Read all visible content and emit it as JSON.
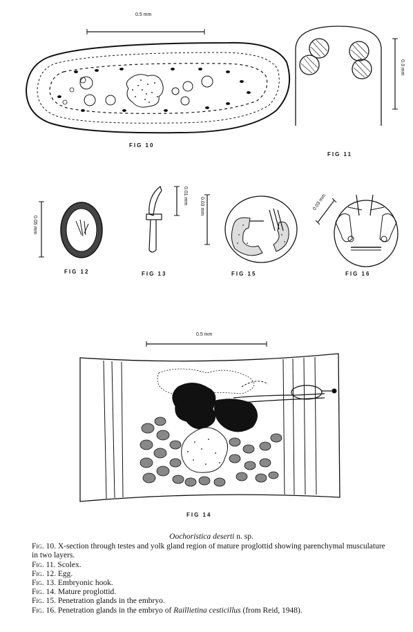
{
  "figures": {
    "fig10": {
      "label": "FIG 10",
      "scale": "0.5 mm"
    },
    "fig11": {
      "label": "FIG 11",
      "scale": "0.3 mm"
    },
    "fig12": {
      "label": "FIG 12",
      "scale": "0.05 mm"
    },
    "fig13": {
      "label": "FIG 13",
      "scale": "0.01 mm"
    },
    "fig15": {
      "label": "FIG 15",
      "scale": "0.03 mm"
    },
    "fig16": {
      "label": "FIG 16",
      "scale": "0.03 mm"
    },
    "fig14": {
      "label": "FIG 14",
      "scale": "0.5 mm"
    }
  },
  "caption": {
    "species": "Oochoristica deserti",
    "species_suffix": " n. sp.",
    "lines": [
      {
        "fig": "Fig. 10.",
        "text": "X-section through testes and yolk gland region of mature proglottid showing parenchymal musculature in two layers."
      },
      {
        "fig": "Fig. 11.",
        "text": "Scolex."
      },
      {
        "fig": "Fig. 12.",
        "text": "Egg."
      },
      {
        "fig": "Fig. 13.",
        "text": "Embryonic hook."
      },
      {
        "fig": "Fig. 14.",
        "text": "Mature proglottid."
      },
      {
        "fig": "Fig. 15.",
        "text": "Penetration glands in the embryo."
      }
    ],
    "last": {
      "fig": "Fig. 16.",
      "text": "Penetration glands in the embryo of ",
      "italic": "Raillietina cesticillus",
      "suffix": " (from Reid, 1948)."
    }
  }
}
